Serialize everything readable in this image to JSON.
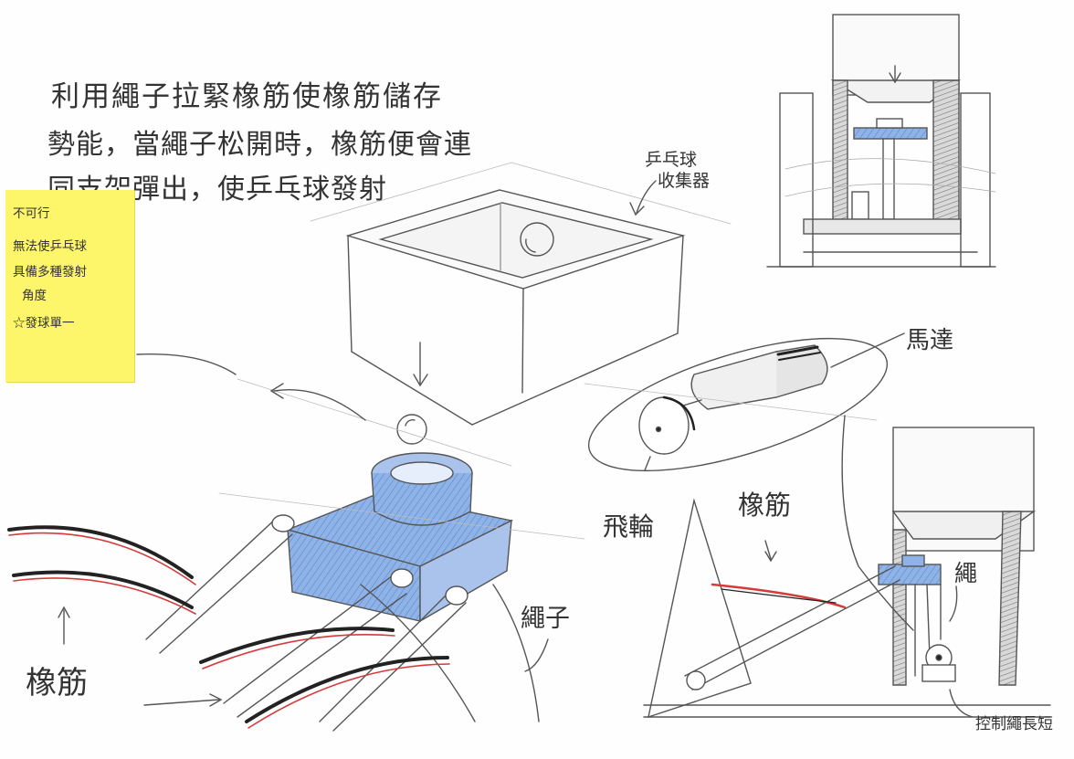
{
  "intro_note": {
    "lines": [
      "利用繩子拉緊橡筋使橡筋儲存",
      "勢能，當繩子松開時，橡筋便會連",
      "同支架彈出，使乒乓球發射"
    ]
  },
  "sticky_note": {
    "lines": [
      "不可行",
      "無法使乒乓球",
      "具備多種發射",
      "角度",
      "☆發球單一"
    ]
  },
  "labels": {
    "ball_collector": [
      "乒乓球",
      "收集器"
    ],
    "motor": "馬達",
    "flywheel": "飛輪",
    "rubber_band_left": "橡筋",
    "rope_left": "繩子",
    "rubber_band_right": "橡筋",
    "rope_right": "繩",
    "rope_control": "控制繩長短"
  },
  "colors": {
    "pencil": "#555555",
    "blue_fill": "#7fa7e0",
    "red_band": "#d63a3a",
    "sticky": "#fdf56a"
  }
}
